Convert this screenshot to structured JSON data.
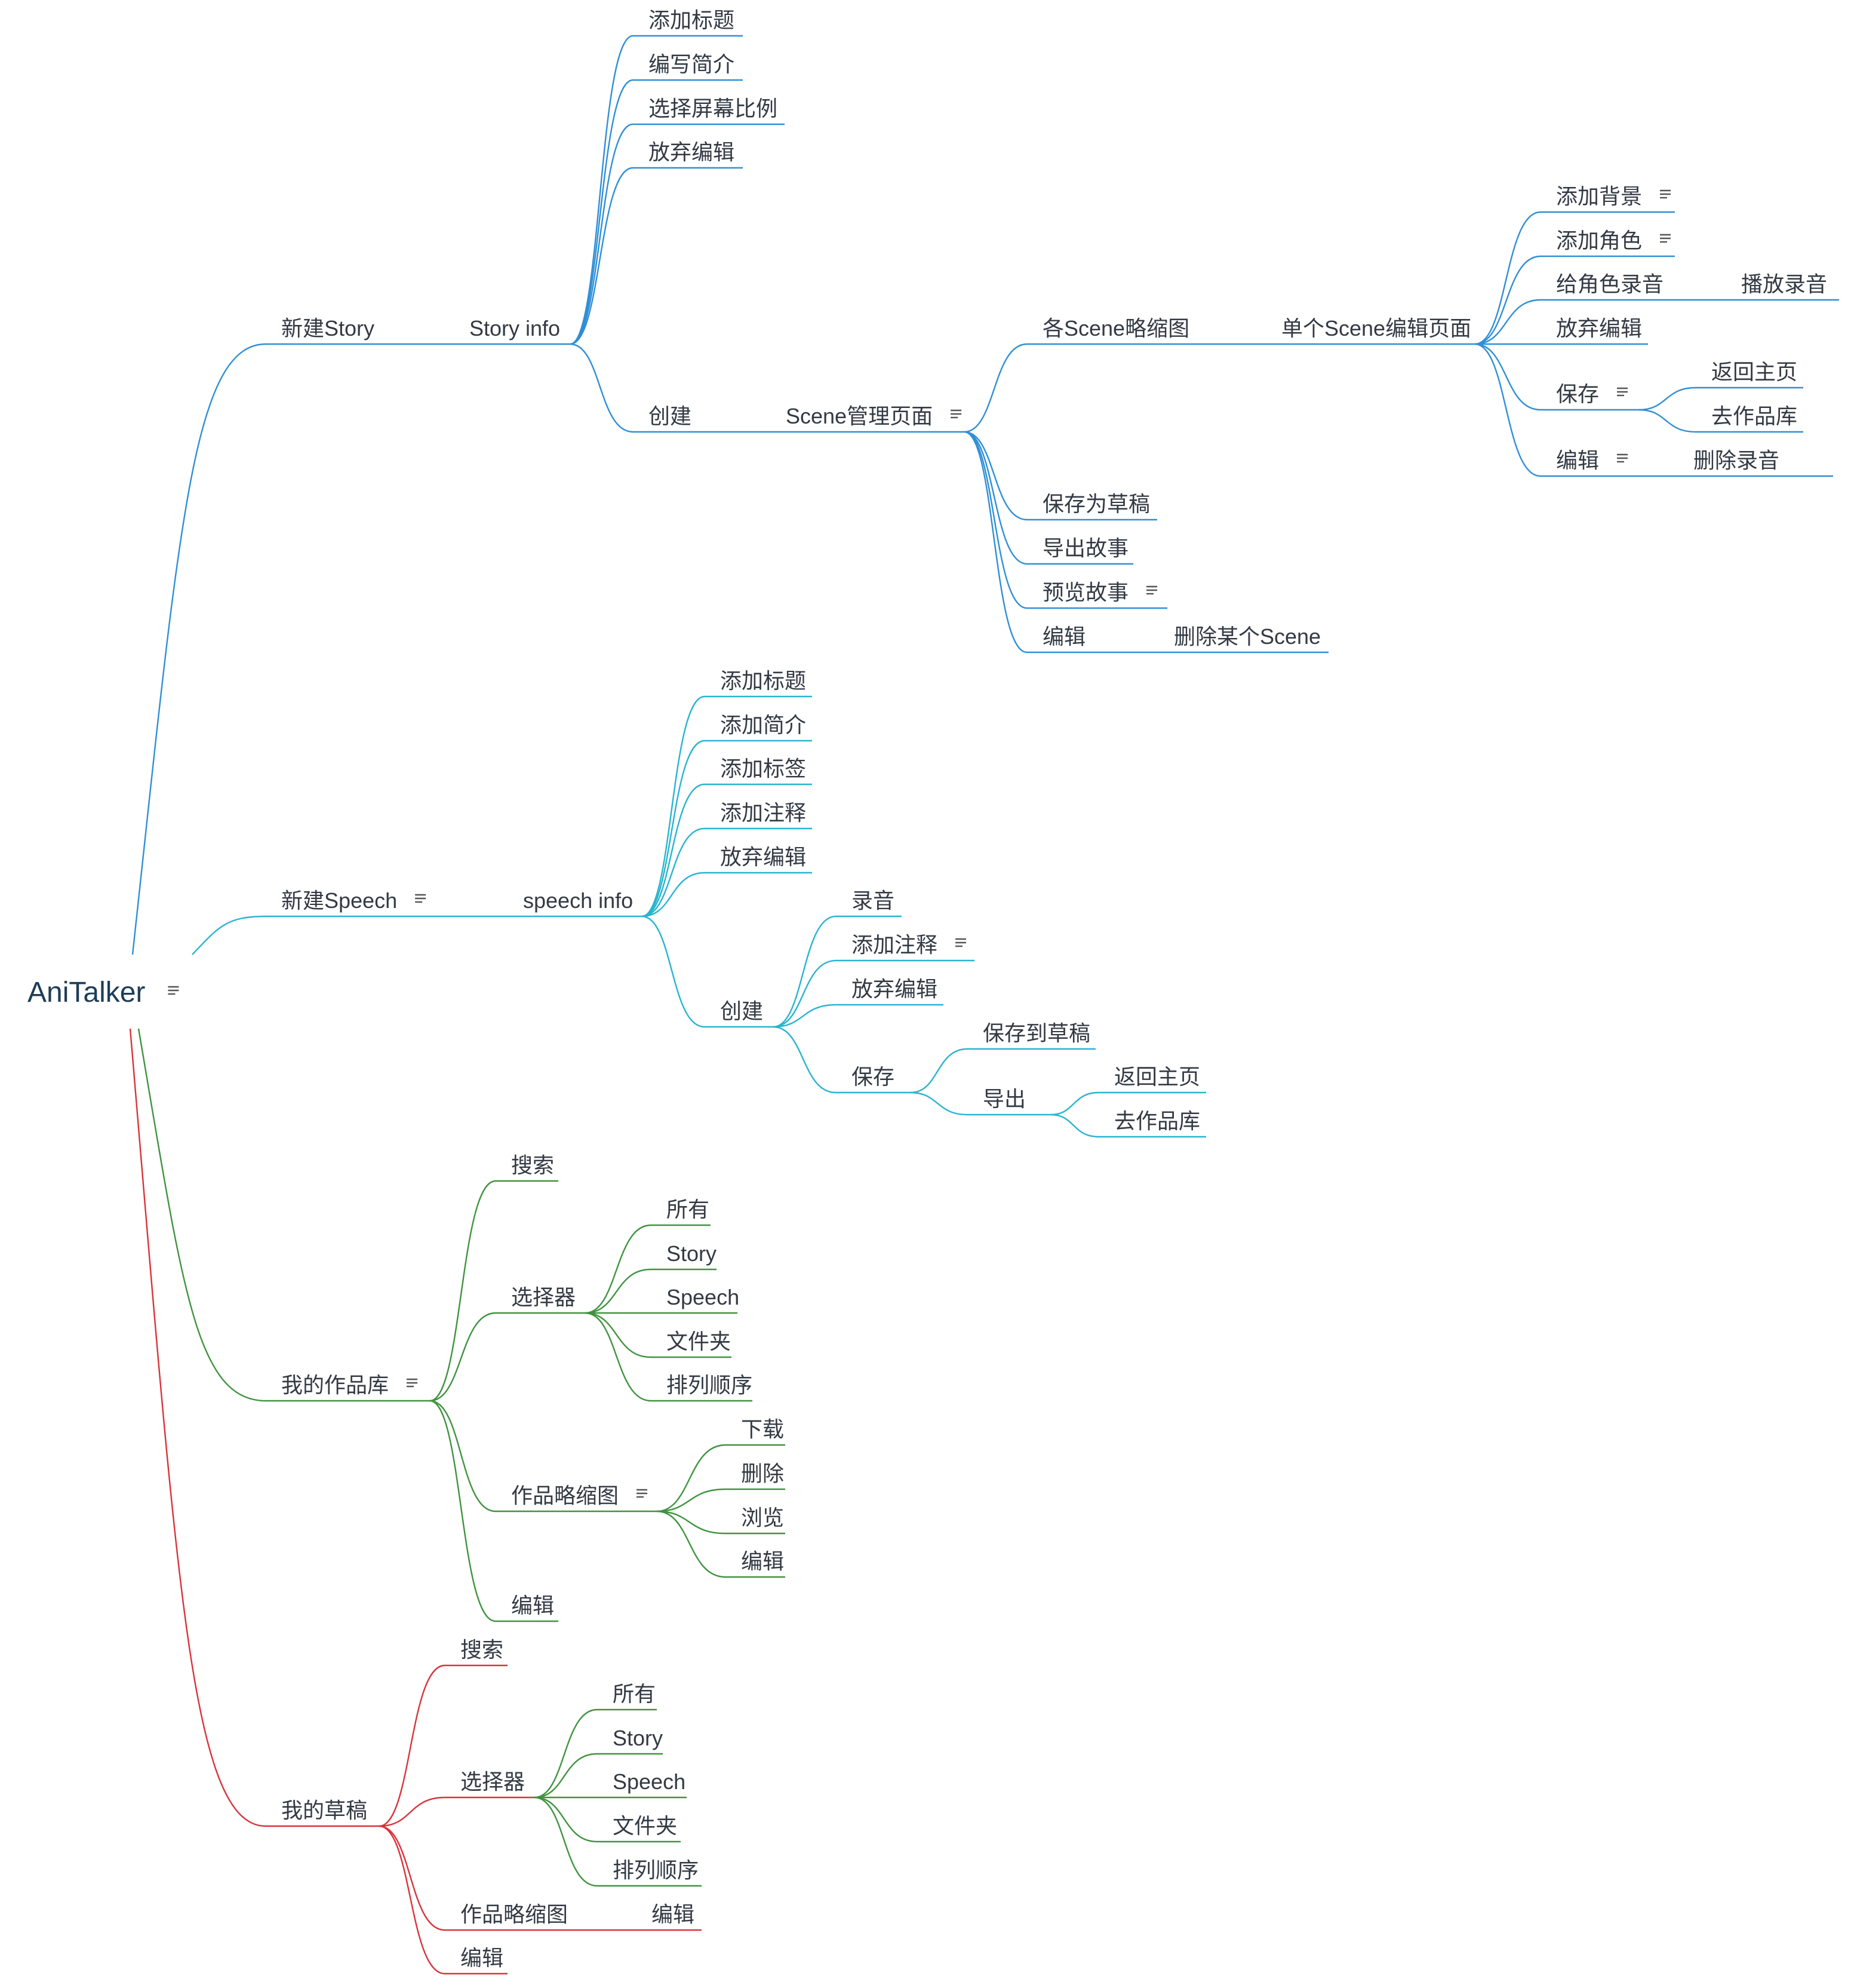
{
  "colors": {
    "blue": "#2f8fd5",
    "cyan": "#28b4cf",
    "green": "#3f933f",
    "red": "#d8333a",
    "text": "#333a44",
    "root_text": "#1f3d55"
  },
  "root": {
    "label": "AniTalker",
    "icon": "note-icon"
  },
  "nodes": {
    "story": "新建Story",
    "story_info": "Story info",
    "add_title": "添加标题",
    "write_intro": "编写简介",
    "choose_ratio": "选择屏幕比例",
    "discard1": "放弃编辑",
    "create1": "创建",
    "scene_mgr": "Scene管理页面",
    "scene_thumbs": "各Scene略缩图",
    "scene_edit_page": "单个Scene编辑页面",
    "add_bg": "添加背景",
    "add_role": "添加角色",
    "record_role": "给角色录音",
    "play_record": "播放录音",
    "discard2": "放弃编辑",
    "save1": "保存",
    "back_home1": "返回主页",
    "to_gallery1": "去作品库",
    "edit1": "编辑",
    "del_record": "删除录音",
    "save_draft1": "保存为草稿",
    "export_story": "导出故事",
    "preview_story": "预览故事",
    "edit2": "编辑",
    "del_scene": "删除某个Scene",
    "speech": "新建Speech",
    "speech_info": "speech info",
    "sp_add_title": "添加标题",
    "sp_add_intro": "添加简介",
    "sp_add_tag": "添加标签",
    "sp_add_note": "添加注释",
    "sp_discard": "放弃编辑",
    "sp_create": "创建",
    "sp_record": "录音",
    "sp_add_note2": "添加注释",
    "sp_discard2": "放弃编辑",
    "sp_save": "保存",
    "sp_save_draft": "保存到草稿",
    "sp_export": "导出",
    "sp_back_home": "返回主页",
    "sp_to_gallery": "去作品库",
    "gallery": "我的作品库",
    "g_search": "搜索",
    "g_selector": "选择器",
    "g_all": "所有",
    "g_story": "Story",
    "g_speech": "Speech",
    "g_folder": "文件夹",
    "g_sort": "排列顺序",
    "g_thumbs": "作品略缩图",
    "g_download": "下载",
    "g_delete": "删除",
    "g_browse": "浏览",
    "g_edit_t": "编辑",
    "g_edit": "编辑",
    "drafts": "我的草稿",
    "d_search": "搜索",
    "d_selector": "选择器",
    "d_all": "所有",
    "d_story": "Story",
    "d_speech": "Speech",
    "d_folder": "文件夹",
    "d_sort": "排列顺序",
    "d_thumbs": "作品略缩图",
    "d_thumbs_edit": "编辑",
    "d_edit": "编辑"
  }
}
